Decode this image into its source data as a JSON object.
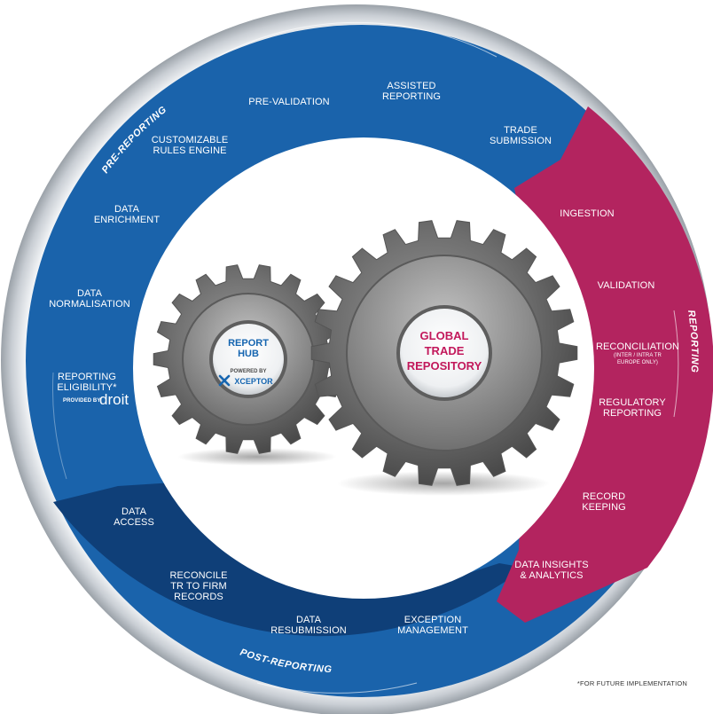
{
  "phases": {
    "pre_reporting": {
      "title": "PRE-REPORTING",
      "color": "#1565b0",
      "items": [
        {
          "id": "pre-validation",
          "lines": [
            "PRE-VALIDATION"
          ]
        },
        {
          "id": "assisted-reporting",
          "lines": [
            "ASSISTED",
            "REPORTING"
          ]
        },
        {
          "id": "trade-submission",
          "lines": [
            "TRADE",
            "SUBMISSION"
          ]
        },
        {
          "id": "customizable-rules-engine",
          "lines": [
            "CUSTOMIZABLE",
            "RULES ENGINE"
          ]
        },
        {
          "id": "data-enrichment",
          "lines": [
            "DATA",
            "ENRICHMENT"
          ]
        },
        {
          "id": "data-normalisation",
          "lines": [
            "DATA",
            "NORMALISATION"
          ]
        },
        {
          "id": "reporting-eligibility",
          "lines": [
            "REPORTING",
            "ELIGIBILITY*"
          ]
        }
      ],
      "provided_by": "PROVIDED BY",
      "provider_logo": "droit"
    },
    "reporting": {
      "title": "REPORTING",
      "color": "#b5245e",
      "items": [
        {
          "id": "ingestion",
          "lines": [
            "INGESTION"
          ]
        },
        {
          "id": "validation",
          "lines": [
            "VALIDATION"
          ]
        },
        {
          "id": "reconciliation",
          "lines": [
            "RECONCILIATION"
          ],
          "sub": [
            "(INTER / INTRA TR",
            "EUROPE ONLY)"
          ]
        },
        {
          "id": "regulatory-reporting",
          "lines": [
            "REGULATORY",
            "REPORTING"
          ]
        },
        {
          "id": "record-keeping",
          "lines": [
            "RECORD",
            "KEEPING"
          ]
        },
        {
          "id": "data-insights",
          "lines": [
            "DATA INSIGHTS",
            "& ANALYTICS"
          ]
        }
      ]
    },
    "post_reporting": {
      "title": "POST-REPORTING",
      "color": "#0e3d73",
      "items": [
        {
          "id": "data-access",
          "lines": [
            "DATA",
            "ACCESS"
          ]
        },
        {
          "id": "reconcile-tr",
          "lines": [
            "RECONCILE",
            "TR TO FIRM",
            "RECORDS"
          ]
        },
        {
          "id": "data-resubmission",
          "lines": [
            "DATA",
            "RESUBMISSION"
          ]
        },
        {
          "id": "exception-management",
          "lines": [
            "EXCEPTION",
            "MANAGEMENT"
          ]
        }
      ]
    }
  },
  "gears": {
    "small": {
      "title_lines": [
        "REPORT",
        "HUB"
      ],
      "powered_by": "POWERED BY",
      "brand": "XCEPTOR"
    },
    "large": {
      "title_lines": [
        "GLOBAL",
        "TRADE",
        "REPOSITORY"
      ]
    }
  },
  "footnote": "*FOR FUTURE IMPLEMENTATION"
}
